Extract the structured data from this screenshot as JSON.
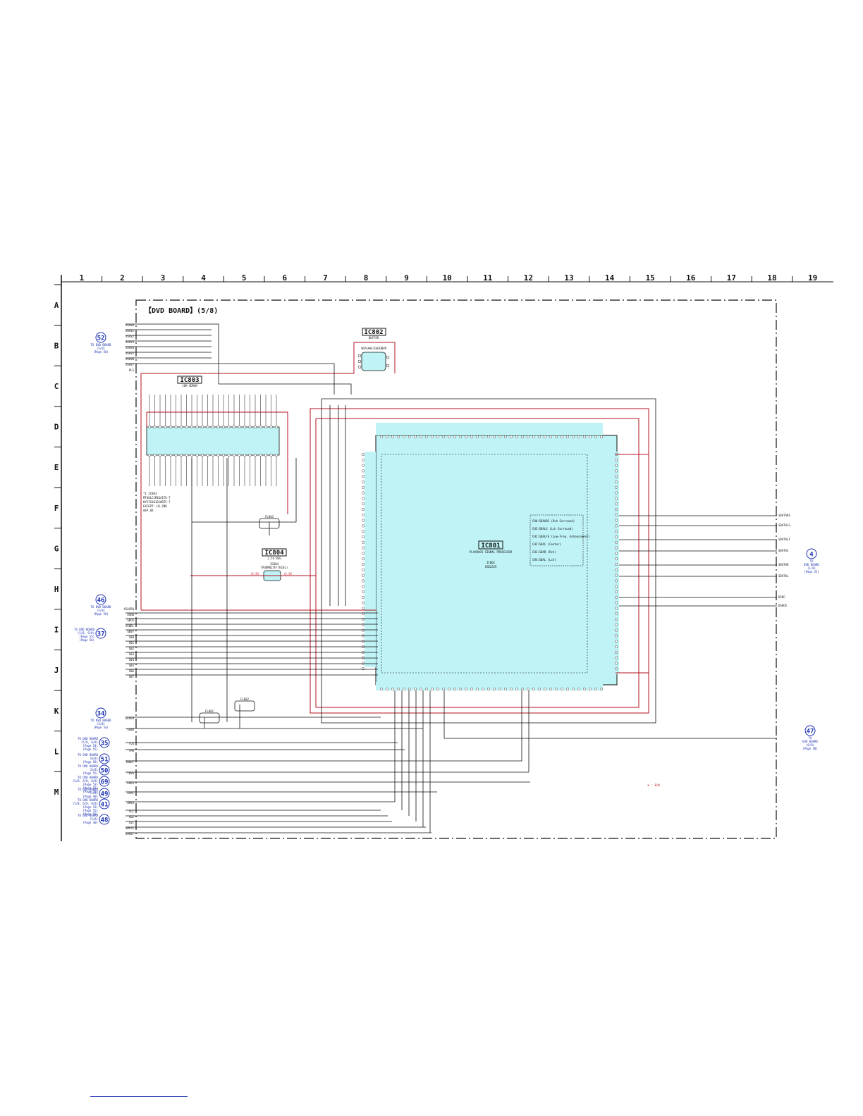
{
  "board_title": "【DVD BOARD】(5/8)",
  "grid": {
    "columns": [
      "1",
      "2",
      "3",
      "4",
      "5",
      "6",
      "7",
      "8",
      "9",
      "10",
      "11",
      "12",
      "13",
      "14",
      "15",
      "16",
      "17",
      "18",
      "19"
    ],
    "rows": [
      "A",
      "B",
      "C",
      "D",
      "E",
      "F",
      "G",
      "H",
      "I",
      "J",
      "K",
      "L",
      "M"
    ]
  },
  "ics": {
    "ic801": {
      "label": "IC801",
      "function": "PLAYBACK SIGNAL PROCESSOR",
      "part_ref": "IC801",
      "part": "CXD2529"
    },
    "ic802": {
      "label": "IC802",
      "function": "BUFFER",
      "part": "SN74AHC1G02DBVR"
    },
    "ic803": {
      "label": "IC803",
      "function": "16M SDRAM"
    },
    "ic804": {
      "label": "IC804",
      "function": "2.5V REG",
      "part_ref": "IC804",
      "part": "TA48M025F(TE16L)"
    }
  },
  "voltages": {
    "v1": "+5.5V",
    "v2": "+2.5V"
  },
  "ic803_note": [
    "*1 IC803",
    "MT48LC1M16A1TG-7",
    "HY57V161610DTC-7",
    "EXCEPT: US,CND",
    "AEP,UK"
  ],
  "channel_box": [
    "CH0:SDAARS (Rch Surround)",
    "CH5:SDALS (Lch Surround)",
    "CH1:SDALFE (Low-Freq. Enhancement)",
    "CH2:SDAC (Center)",
    "CH3:SDAR (Rch)",
    "CH4:SDAL (Lch)"
  ],
  "left_pins": [
    "XSAS0",
    "XSAS1",
    "XSAS2",
    "XSAS3",
    "XSAS4",
    "XSAS5",
    "XSAS6",
    "XSAS7",
    "PLS"
  ],
  "right_signals": [
    "SDATARS",
    "SDATALS",
    "SDATALF",
    "SDATAC",
    "SDATAR",
    "SDATAL",
    "DSBC",
    "DSBCK"
  ],
  "right_signal_labels": [
    "SDATARS",
    "SDATALS",
    "SDATALF",
    "SDATAC",
    "SDATAR",
    "SDATAL",
    "DSBC",
    "DSBCK"
  ],
  "left_lower_pins": [
    "XSASRQ",
    "XSHD",
    "SBCK",
    "XSHDL",
    "SBSY",
    "S00",
    "S01",
    "S02",
    "S03",
    "S04",
    "S05",
    "S06",
    "S07"
  ],
  "bottom_pins": [
    "EEVER",
    "SGND",
    "TCK",
    "TMS",
    "TDOUT",
    "TDSA",
    "EXES",
    "XSAC",
    "XMSS",
    "SCI",
    "SOI",
    "SII",
    "SMUTE",
    "SARST"
  ],
  "connectors": [
    {
      "num": "52",
      "text": [
        "TO DVD BOARD",
        "(5/8)",
        "(Page 58)"
      ]
    },
    {
      "num": "46",
      "text": [
        "TO DVD BOARD",
        "(5/8)",
        "(Page 58)"
      ]
    },
    {
      "num": "37",
      "text": [
        "TO DVD BOARD",
        "(5/8, 6/8)",
        "(Page 55)",
        "(Page 58)"
      ]
    },
    {
      "num": "34",
      "text": [
        "TO DVD BOARD",
        "(5/8)",
        "(Page 54)"
      ]
    },
    {
      "num": "35",
      "text": [
        "TO DVD BOARD",
        "(5/8, 6/8)",
        "(Page 54)",
        "(Page 55)"
      ]
    },
    {
      "num": "51",
      "text": [
        "TO DVD BOARD",
        "(6/8)",
        "(Page 58)"
      ]
    },
    {
      "num": "50",
      "text": [
        "TO DVD BOARD",
        "(6/8)",
        "(Page 55)"
      ]
    },
    {
      "num": "69",
      "text": [
        "TO DVD BOARD",
        "(5/8, 6/8, 8/8)",
        "(Page 53)",
        "(Page 55)",
        "(Page 56)"
      ]
    },
    {
      "num": "49",
      "text": [
        "TO DVD BOARD",
        "(5/8)",
        "(Page 40)"
      ]
    },
    {
      "num": "41",
      "text": [
        "TO DVD BOARD",
        "(5/8, 6/8, 8/8)",
        "(Page 53)",
        "(Page 55)",
        "(Page 56)"
      ]
    },
    {
      "num": "48",
      "text": [
        "TO DVD BOARD",
        "(5/8)",
        "(Page 40)"
      ]
    },
    {
      "num": "4",
      "text": [
        "TO",
        "DVD BOARD",
        "(1/8)",
        "(Page 55)"
      ]
    },
    {
      "num": "47",
      "text": [
        "TO",
        "DVD BOARD",
        "(6/8)",
        "(Page 40)"
      ]
    }
  ],
  "ferrites": [
    "FL801",
    "FL802",
    "FL803"
  ],
  "legend_note": "※ : B/W",
  "colors": {
    "ic_fill": "#bff3f5",
    "wire_red": "#b3131f",
    "connector_blue": "#1a2fb0"
  }
}
